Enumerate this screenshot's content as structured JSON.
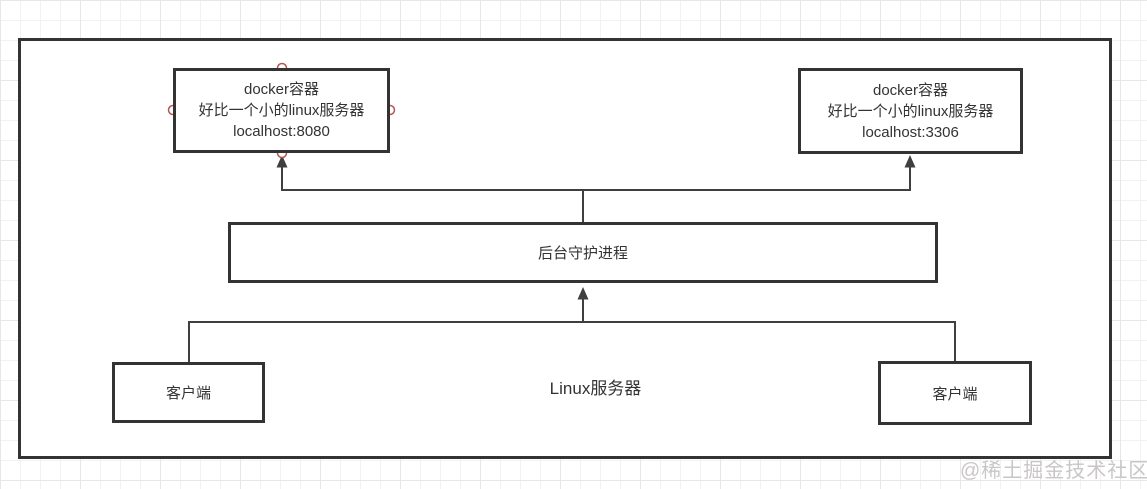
{
  "diagram": {
    "nodes": {
      "docker_left": {
        "lines": [
          "docker容器",
          "好比一个小的linux服务器",
          "localhost:8080"
        ]
      },
      "docker_right": {
        "lines": [
          "docker容器",
          "好比一个小的linux服务器",
          "localhost:3306"
        ]
      },
      "daemon": {
        "label": "后台守护进程"
      },
      "client_left": {
        "label": "客户端"
      },
      "client_right": {
        "label": "客户端"
      },
      "linux_server": {
        "label": "Linux服务器"
      }
    },
    "watermark": "@稀土掘金技术社区",
    "colors": {
      "node_border": "#333333",
      "connector": "#3f3f3f",
      "connection_point_stroke": "#b85450",
      "text": "#333333",
      "watermark": "#c9c6c8",
      "grid_minor": "#f4f1f3",
      "grid_major": "#e9e5e8"
    }
  }
}
